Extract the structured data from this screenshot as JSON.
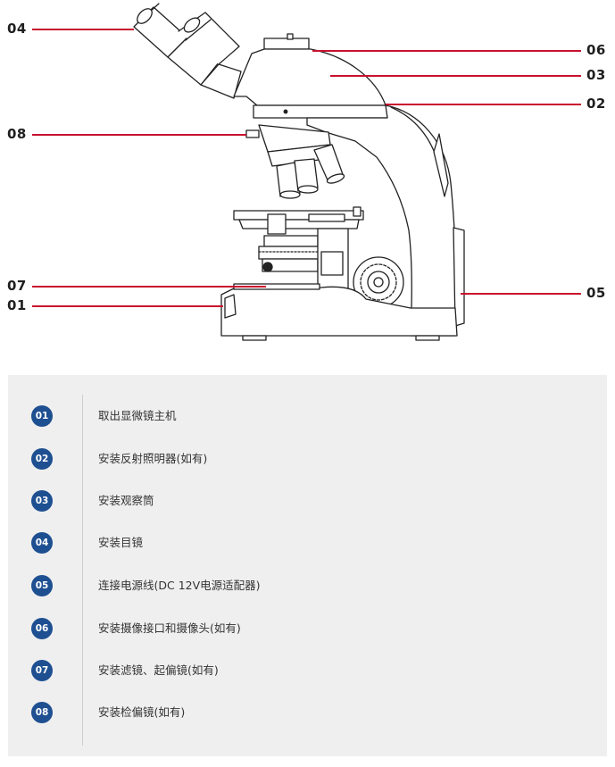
{
  "callouts": [
    {
      "id": "04"
    },
    {
      "id": "06"
    },
    {
      "id": "03"
    },
    {
      "id": "02"
    },
    {
      "id": "08"
    },
    {
      "id": "07"
    },
    {
      "id": "01"
    },
    {
      "id": "05"
    }
  ],
  "steps": [
    {
      "badge": "01",
      "text": "取出显微镜主机"
    },
    {
      "badge": "02",
      "text": "安装反射照明器(如有)"
    },
    {
      "badge": "03",
      "text": "安装观察筒"
    },
    {
      "badge": "04",
      "text": "安装目镜"
    },
    {
      "badge": "05",
      "text": "连接电源线(DC 12V电源适配器)"
    },
    {
      "badge": "06",
      "text": "安装摄像接口和摄像头(如有)"
    },
    {
      "badge": "07",
      "text": "安装滤镜、起偏镜(如有)"
    },
    {
      "badge": "08",
      "text": "安装检偏镜(如有)"
    }
  ],
  "colors": {
    "callout_line": "#c8102e",
    "badge": "#1e4f91",
    "panel_bg": "#efefef"
  }
}
